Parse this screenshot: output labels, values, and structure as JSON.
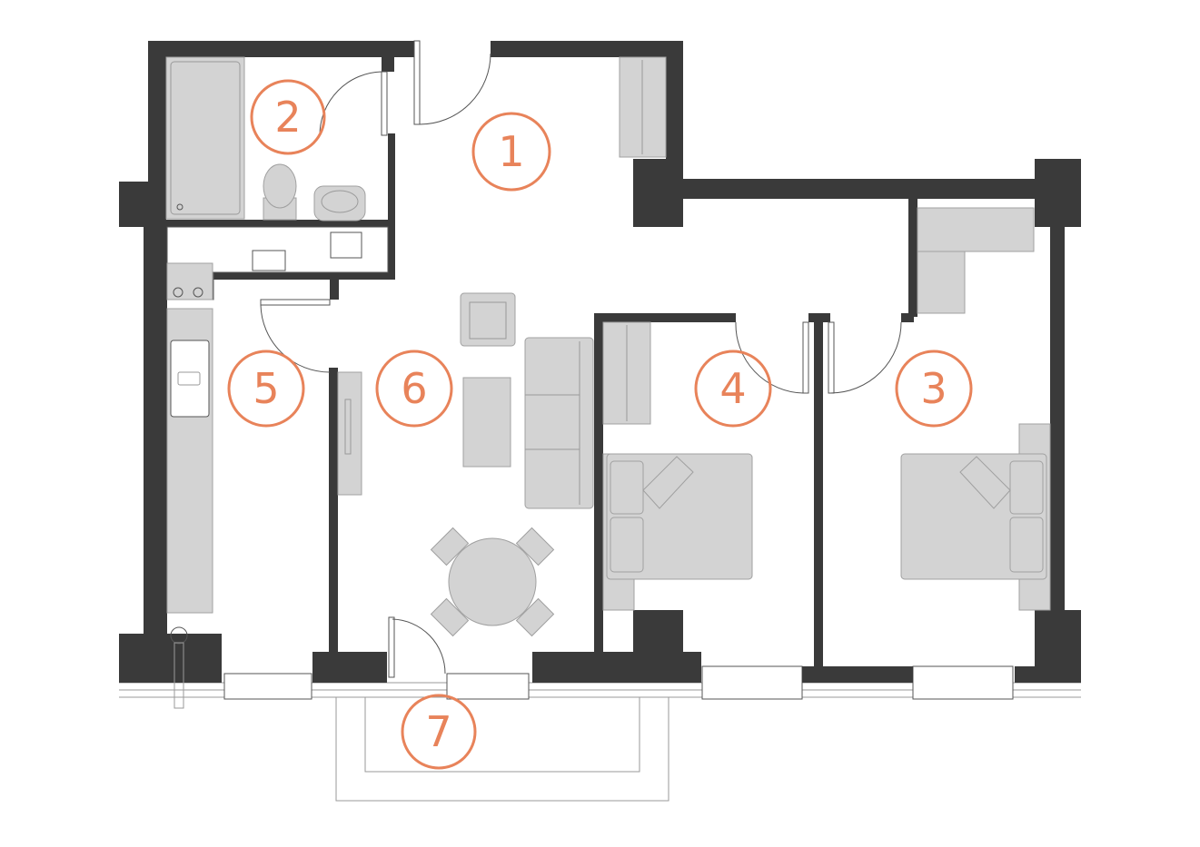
{
  "colors": {
    "wall": "#3a3a3a",
    "furniture": "#d3d3d3",
    "label": "#e8835a",
    "background": "#ffffff"
  },
  "rooms": [
    {
      "number": "1"
    },
    {
      "number": "2"
    },
    {
      "number": "3"
    },
    {
      "number": "4"
    },
    {
      "number": "5"
    },
    {
      "number": "6"
    },
    {
      "number": "7"
    }
  ]
}
